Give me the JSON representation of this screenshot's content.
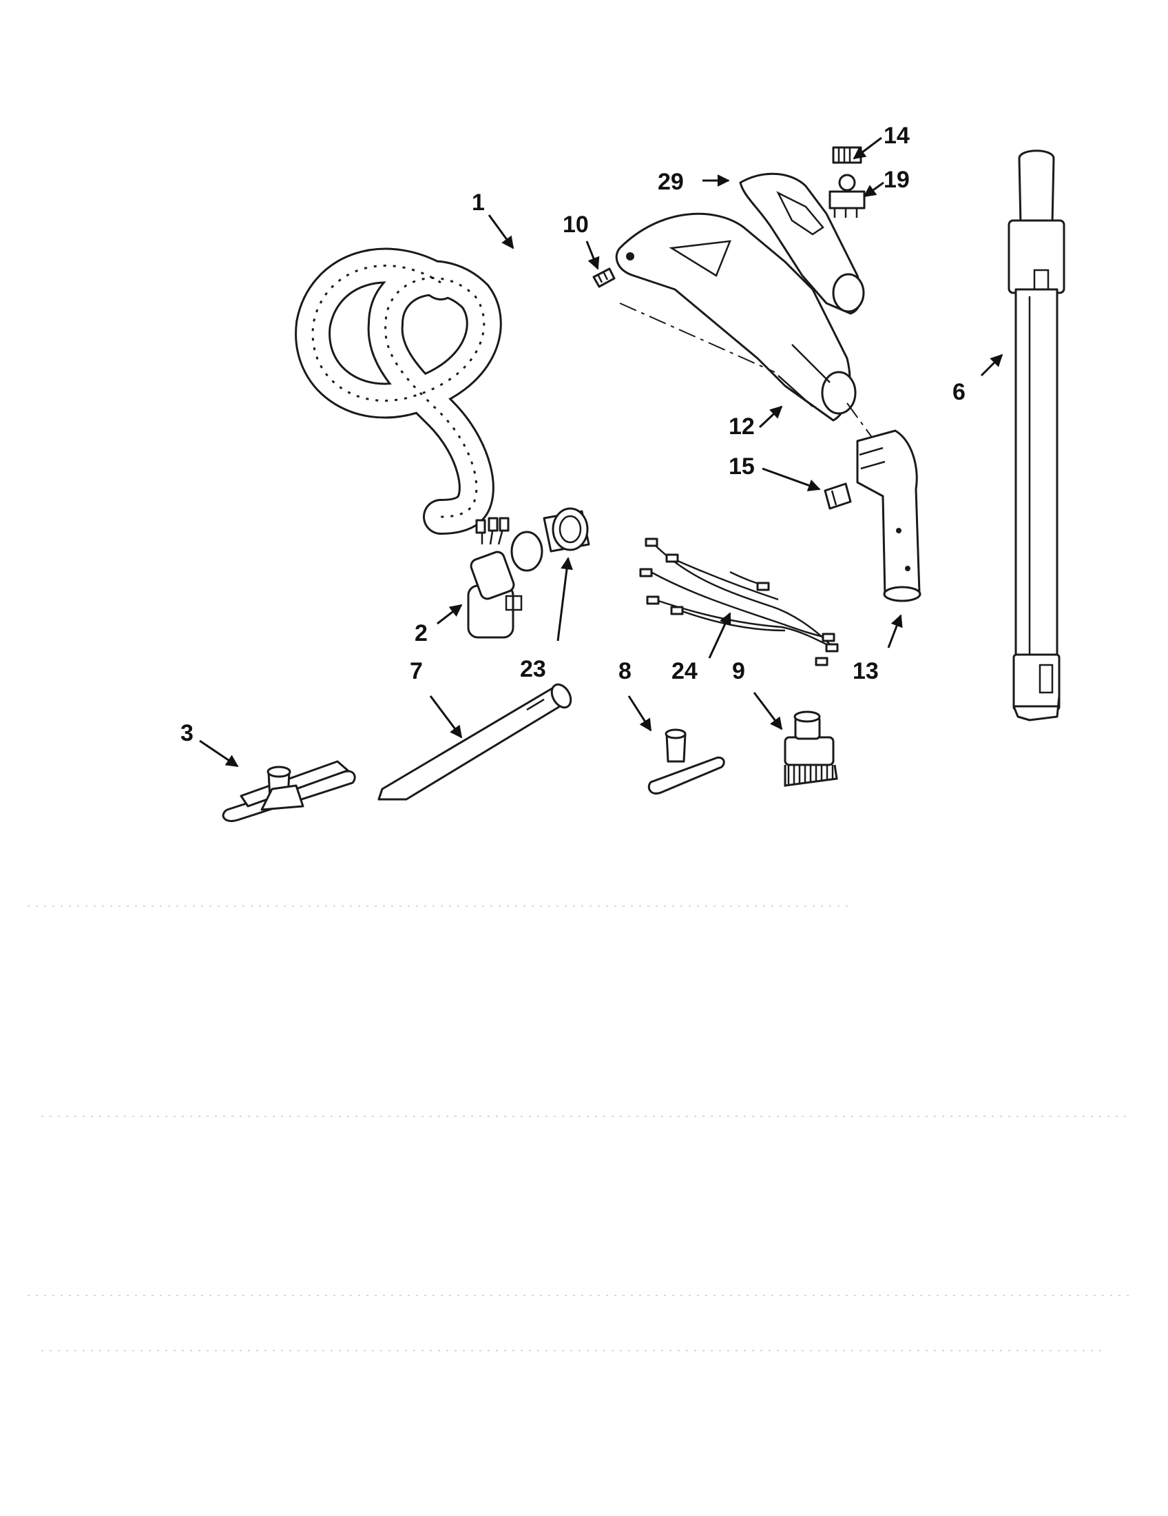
{
  "diagram": {
    "callouts": {
      "p1": "1",
      "p2": "2",
      "p3": "3",
      "p6": "6",
      "p7": "7",
      "p8": "8",
      "p9": "9",
      "p10": "10",
      "p12": "12",
      "p13": "13",
      "p14": "14",
      "p15": "15",
      "p19": "19",
      "p23": "23",
      "p24": "24",
      "p29": "29"
    },
    "colors": {
      "ink": "#1a1a1a",
      "paper": "#ffffff",
      "scan_noise": "#d8d8d8"
    }
  }
}
